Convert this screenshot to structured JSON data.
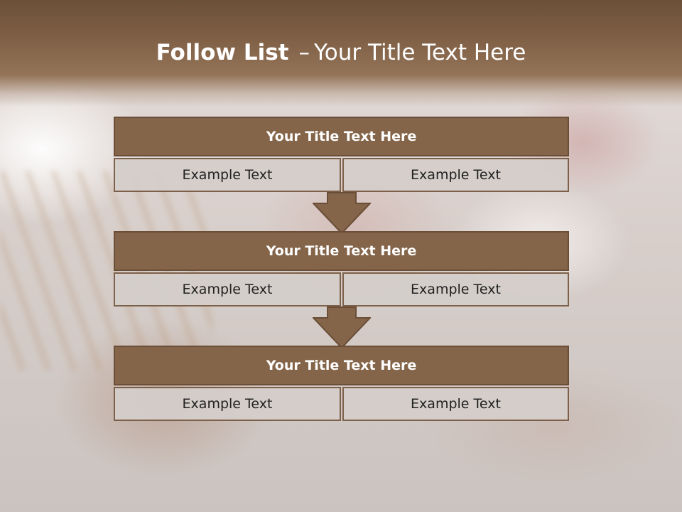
{
  "slide": {
    "title_bold": "Follow List",
    "title_dash": "–",
    "title_rest": "Your Title Text Here"
  },
  "steps": [
    {
      "title": "Your Title Text Here",
      "left": "Example Text",
      "right": "Example Text"
    },
    {
      "title": "Your Title Text Here",
      "left": "Example Text",
      "right": "Example Text"
    },
    {
      "title": "Your Title Text Here",
      "left": "Example Text",
      "right": "Example Text"
    }
  ],
  "colors": {
    "header_band": "#7f5f45",
    "step_title_fill": "#856549",
    "step_border": "#6a4e38",
    "cell_fill": "#d4ceca",
    "arrow_fill": "#856549"
  }
}
